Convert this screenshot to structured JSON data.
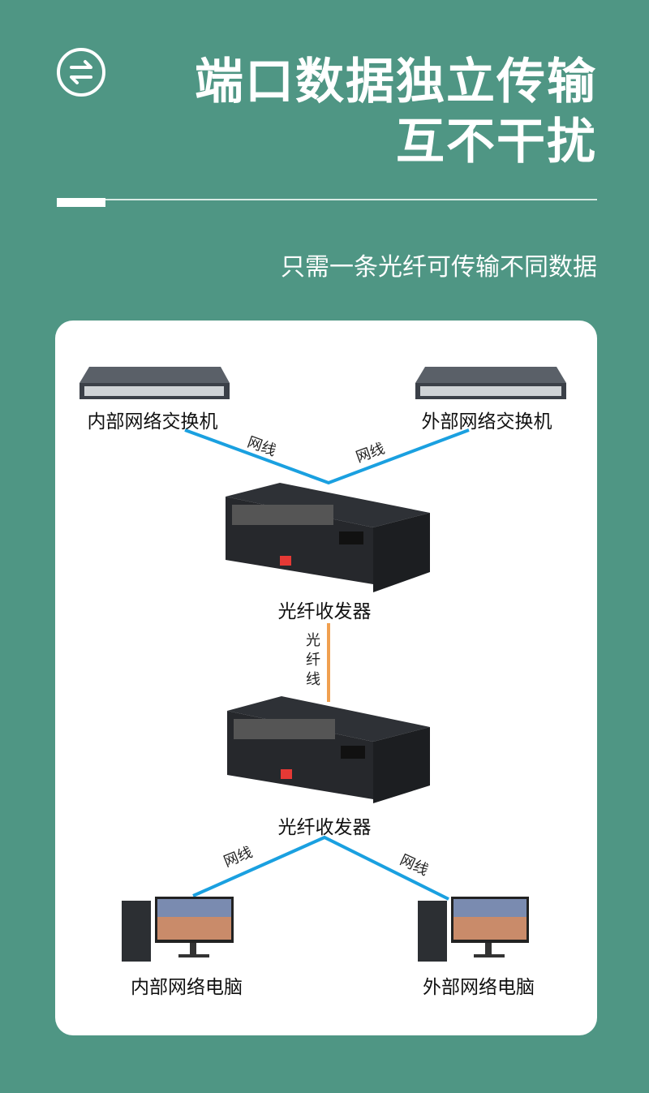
{
  "header": {
    "title_line1": "端口数据独立传输",
    "title_line2": "互不干扰",
    "subtitle": "只需一条光纤可传输不同数据",
    "icon": "swap-arrows-icon"
  },
  "diagram": {
    "switch_internal": "内部网络交换机",
    "switch_external": "外部网络交换机",
    "cable_label": "网线",
    "transceiver_top": "光纤收发器",
    "fiber_label": "光纤线",
    "transceiver_bottom": "光纤收发器",
    "pc_internal": "内部网络电脑",
    "pc_external": "外部网络电脑"
  },
  "colors": {
    "background": "#4f9684",
    "ethernet": "#1aa0e0",
    "fiber": "#f0a050"
  }
}
